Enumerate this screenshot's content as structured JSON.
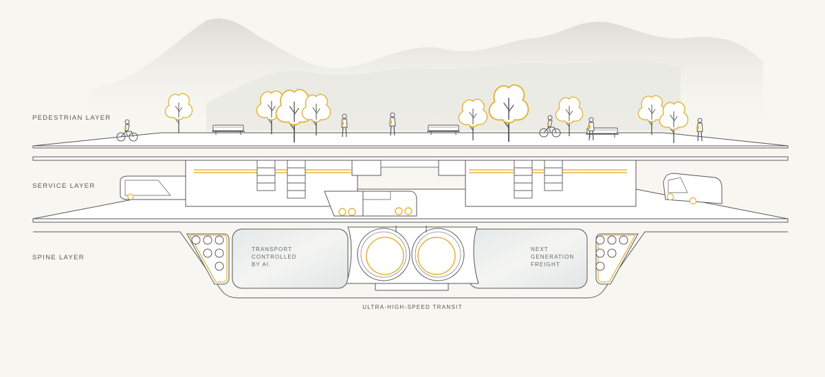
{
  "layers": {
    "pedestrian": "PEDESTRIAN LAYER",
    "service": "SERVICE LAYER",
    "spine": "SPINE LAYER"
  },
  "spine": {
    "left_tube": [
      "TRANSPORT",
      "CONTROLLED",
      "BY AI"
    ],
    "right_tube": [
      "NEXT",
      "GENERATION",
      "FREIGHT"
    ],
    "caption": "ULTRA-HIGH-SPEED TRANSIT"
  },
  "colors": {
    "background": "#f7f6f1",
    "line": "#555555",
    "accent": "#e2b53a",
    "mountains": "#dcdcd6"
  }
}
